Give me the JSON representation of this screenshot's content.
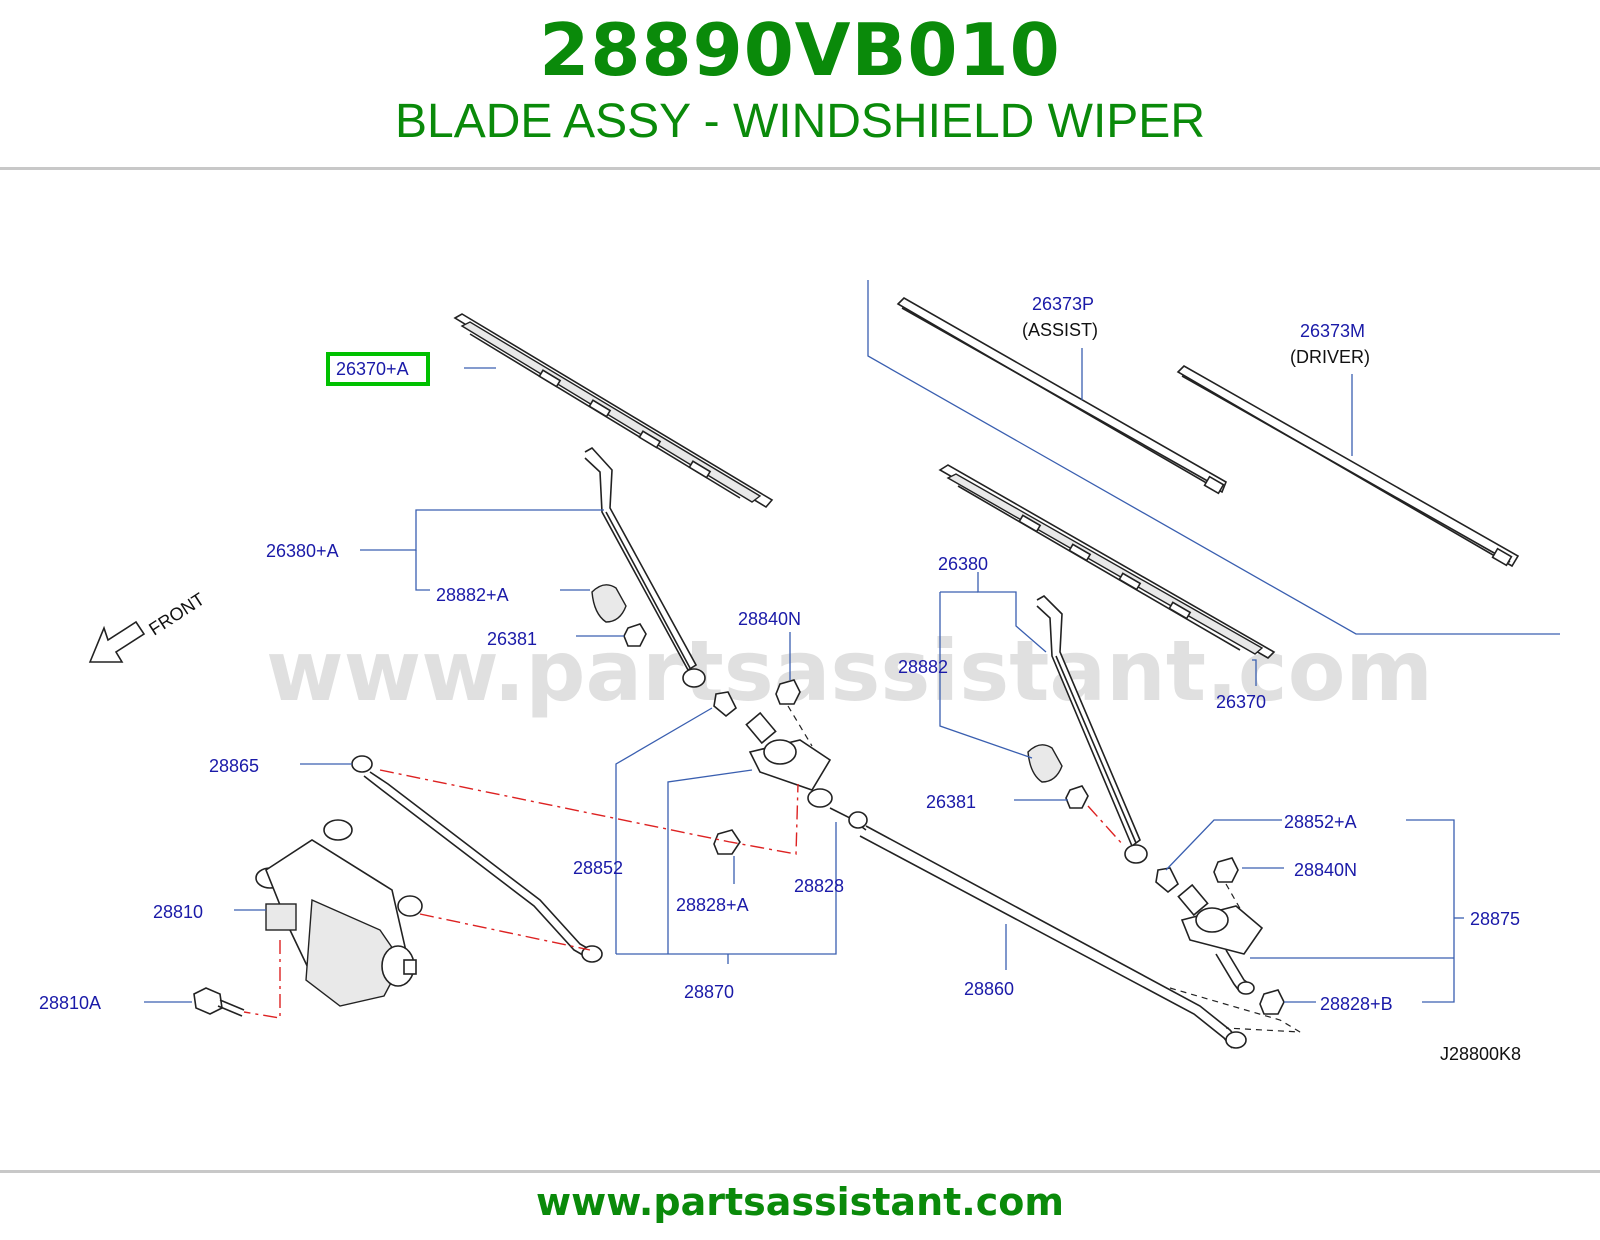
{
  "header": {
    "part_number": "28890VB010",
    "part_name": "BLADE ASSY - WINDSHIELD WIPER"
  },
  "diagram": {
    "watermark": "www.partsassistant.com",
    "front_label": "FRONT",
    "highlight_color": "#00c000",
    "callouts": {
      "c26370a": "26370+A",
      "c26380a": "26380+A",
      "c28882a": "28882+A",
      "c26381_left": "26381",
      "c28840n_left": "28840N",
      "c28865": "28865",
      "c28810": "28810",
      "c28810a": "28810A",
      "c28852": "28852",
      "c28828a": "28828+A",
      "c28828": "28828",
      "c28870": "28870",
      "c28860": "28860",
      "c26373p": "26373P",
      "assist": "(ASSIST)",
      "c26373m": "26373M",
      "driver": "(DRIVER)",
      "c26380": "26380",
      "c28882": "28882",
      "c26370": "26370",
      "c26381_right": "26381",
      "c28852a": "28852+A",
      "c28840n_right": "28840N",
      "c28875": "28875",
      "c28828b": "28828+B"
    },
    "diagram_code": "J28800K8"
  },
  "footer": {
    "url": "www.partsassistant.com"
  }
}
